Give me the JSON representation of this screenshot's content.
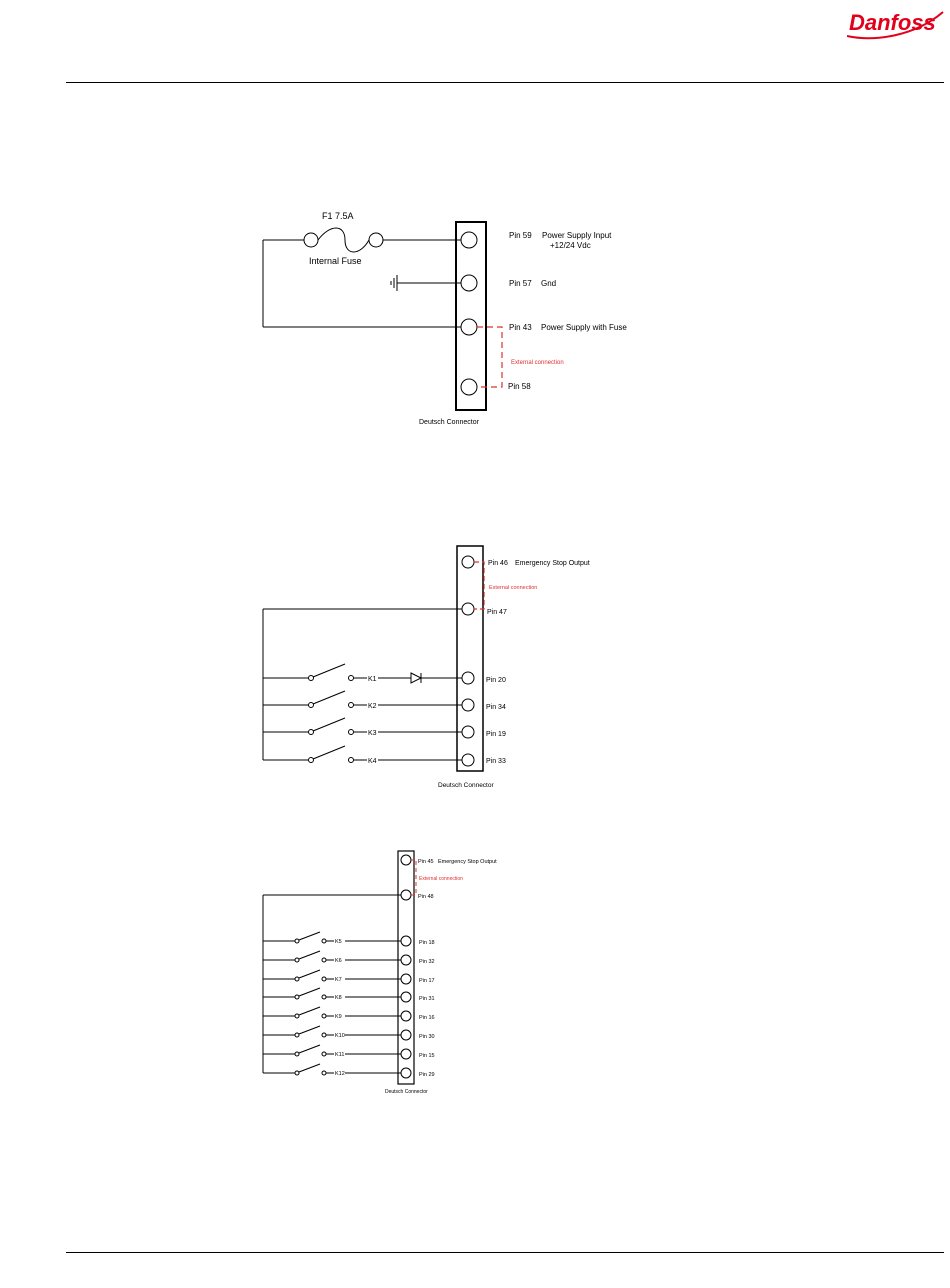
{
  "brand": {
    "name": "Danfoss",
    "color": "#e2001a"
  },
  "diagram1": {
    "fuse_label": "F1 7.5A",
    "fuse_name": "Internal Fuse",
    "pin59": "Pin 59",
    "pin59_desc": "Power Supply Input",
    "pin59_volt": "+12/24 Vdc",
    "pin57": "Pin 57",
    "pin57_desc": "Gnd",
    "pin43": "Pin 43",
    "pin43_desc": "Power Supply with Fuse",
    "external": "External connection",
    "pin58": "Pin 58",
    "connector": "Deutsch Connector"
  },
  "diagram2": {
    "pin46": "Pin 46",
    "pin46_desc": "Emergency Stop Output",
    "external": "External connection",
    "pin47": "Pin 47",
    "k1": "K1",
    "k2": "K2",
    "k3": "K3",
    "k4": "K4",
    "pin20": "Pin 20",
    "pin34": "Pin 34",
    "pin19": "Pin 19",
    "pin33": "Pin 33",
    "connector": "Deutsch Connector"
  },
  "diagram3": {
    "pin45": "Pin 45",
    "pin45_desc": "Emergency Stop Output",
    "external": "External connection",
    "pin48": "Pin 48",
    "k5": "K5",
    "k6": "K6",
    "k7": "K7",
    "k8": "K8",
    "k9": "K9",
    "k10": "K10",
    "k11": "K11",
    "k12": "K12",
    "pin18": "Pin 18",
    "pin32": "Pin 32",
    "pin17": "Pin 17",
    "pin31": "Pin 31",
    "pin16": "Pin 16",
    "pin30": "Pin 30",
    "pin15": "Pin 15",
    "pin29": "Pin 29",
    "connector": "Deutsch Connector"
  },
  "colors": {
    "line": "#000000",
    "external": "#e03030"
  }
}
